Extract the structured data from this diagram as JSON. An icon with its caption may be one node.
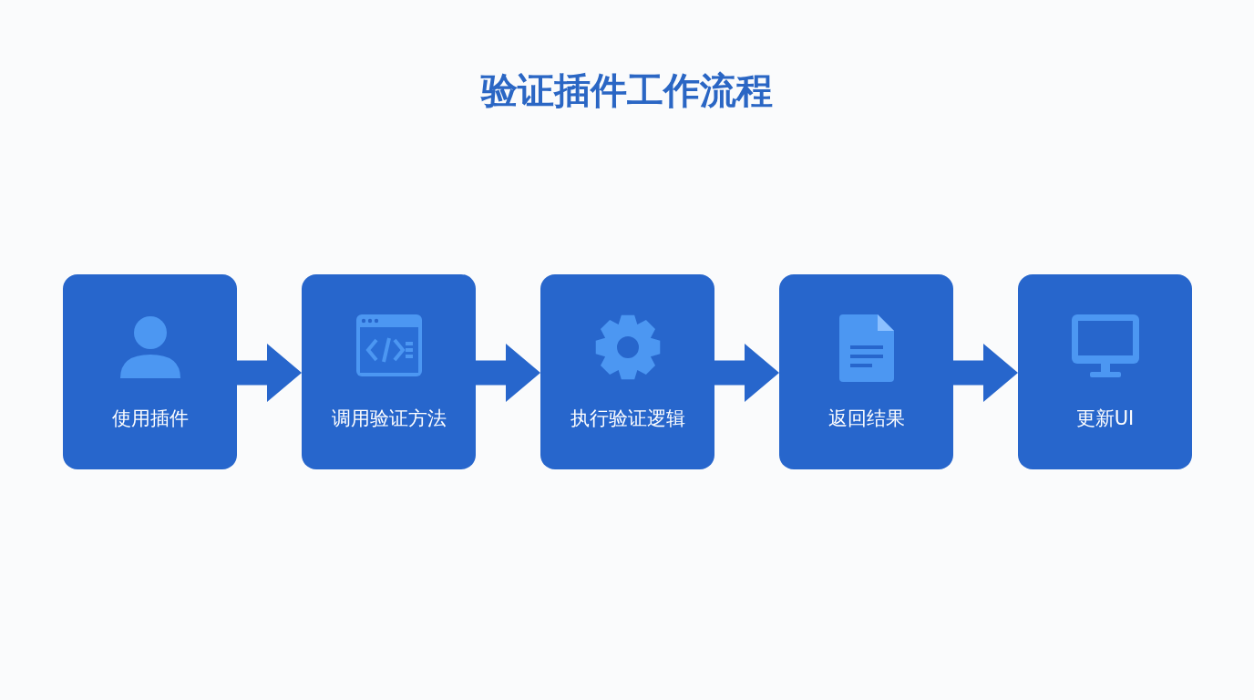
{
  "diagram": {
    "title": "验证插件工作流程",
    "nodes": [
      {
        "text": [
          "使用插件"
        ]
      },
      {
        "text": [
          "调用验证方法"
        ]
      },
      {
        "text": [
          "执行验证逻辑"
        ]
      },
      {
        "text": [
          "返回结果"
        ]
      },
      {
        "text": [
          "更新UI"
        ]
      }
    ],
    "edges": [
      {
        "from": 0,
        "to": 1,
        "arrow": "to"
      },
      {
        "from": 1,
        "to": 2,
        "arrow": "to"
      },
      {
        "from": 2,
        "to": 3,
        "arrow": "to"
      },
      {
        "from": 3,
        "to": 4,
        "arrow": "to"
      }
    ]
  }
}
